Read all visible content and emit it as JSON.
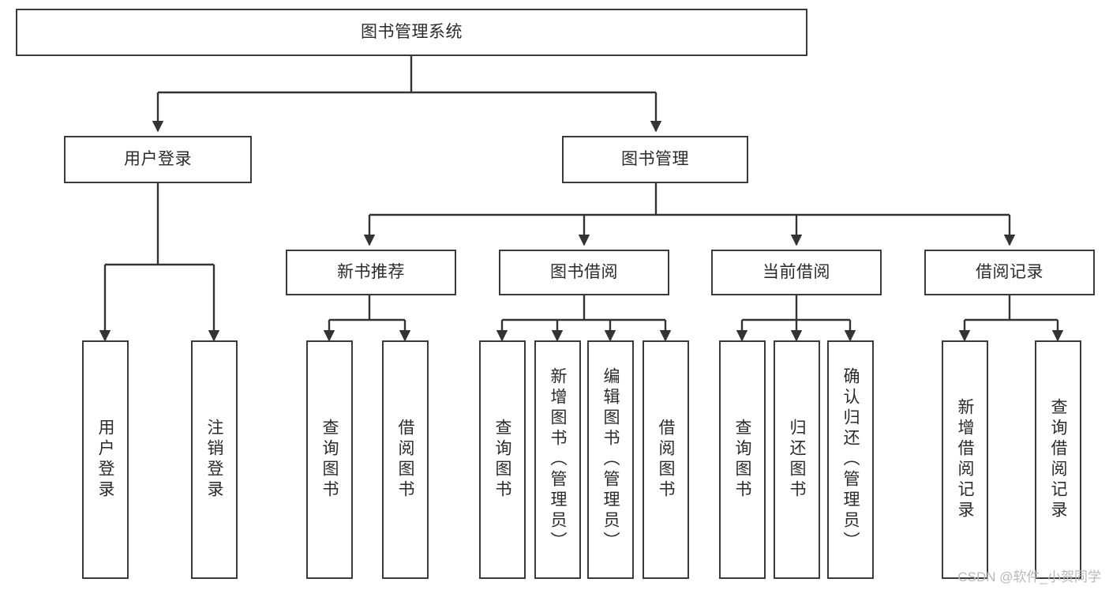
{
  "diagram": {
    "type": "tree",
    "title": "图书管理系统",
    "orientation": "top-down",
    "colors": {
      "background": "#ffffff",
      "box_border": "#3a3a3a",
      "box_fill": "#ffffff",
      "text": "#2b2b2b",
      "connector": "#333333",
      "watermark": "#b9b9b9"
    },
    "root": {
      "label": "图书管理系统"
    },
    "level2": [
      {
        "label": "用户登录"
      },
      {
        "label": "图书管理"
      }
    ],
    "level3": [
      {
        "label": "新书推荐"
      },
      {
        "label": "图书借阅"
      },
      {
        "label": "当前借阅"
      },
      {
        "label": "借阅记录"
      }
    ],
    "leaves": {
      "user_login": [
        {
          "label": "用户登录"
        },
        {
          "label": "注销登录"
        }
      ],
      "new_book_recommend": [
        {
          "label": "查询图书"
        },
        {
          "label": "借阅图书"
        }
      ],
      "book_borrow": [
        {
          "label": "查询图书"
        },
        {
          "label": "新增图书（管理员）"
        },
        {
          "label": "编辑图书（管理员）"
        },
        {
          "label": "借阅图书"
        }
      ],
      "current_borrow": [
        {
          "label": "查询图书"
        },
        {
          "label": "归还图书"
        },
        {
          "label": "确认归还（管理员）"
        }
      ],
      "borrow_record": [
        {
          "label": "新增借阅记录"
        },
        {
          "label": "查询借阅记录"
        }
      ]
    }
  },
  "watermark": {
    "text": "CSDN @软件_小贺同学"
  }
}
